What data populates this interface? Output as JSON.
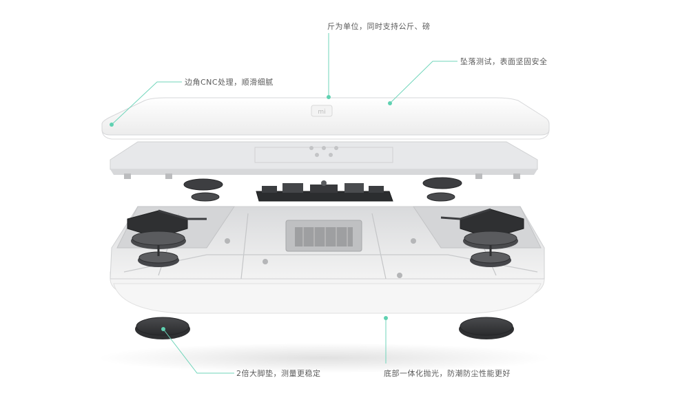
{
  "callouts": {
    "top": "斤为单位，同时支持公斤、磅",
    "top_right": "坠落测试，表面坚固安全",
    "left": "边角CNC处理，顺滑细腻",
    "bottom_left": "2倍大脚垫，测量更稳定",
    "bottom_right": "底部一体化抛光，防潮防尘性能更好"
  },
  "logo": {
    "text": "mi"
  },
  "colors": {
    "accent": "#5fd1b1",
    "leader_line": "#6fd5ba",
    "shell": "#f1f1f1",
    "plate": "#e7e8ea",
    "rubber": "#3a3b3d",
    "pcb": "#2b2d2f"
  }
}
